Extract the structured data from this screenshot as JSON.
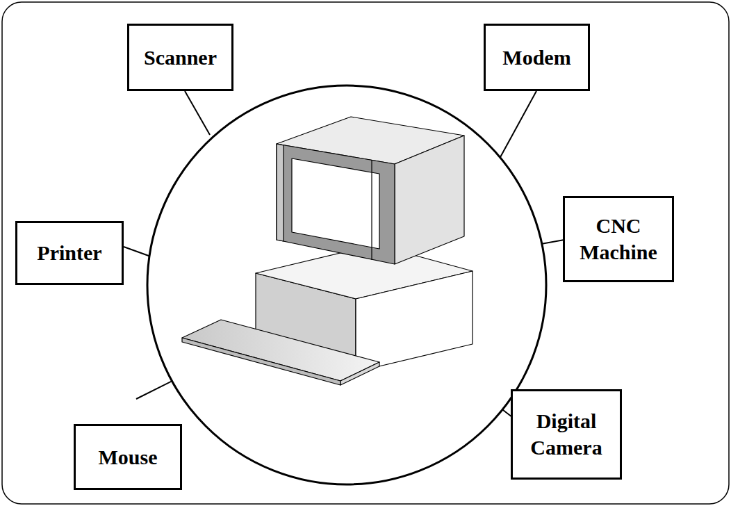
{
  "diagram": {
    "nodes": [
      {
        "text": [
          "Scanner"
        ]
      },
      {
        "text": [
          "Modem"
        ]
      },
      {
        "text": [
          "Printer"
        ]
      },
      {
        "text": [
          "CNC Machine"
        ]
      },
      {
        "text": [
          "Mouse"
        ]
      },
      {
        "text": [
          "Digital Camera"
        ]
      }
    ]
  }
}
